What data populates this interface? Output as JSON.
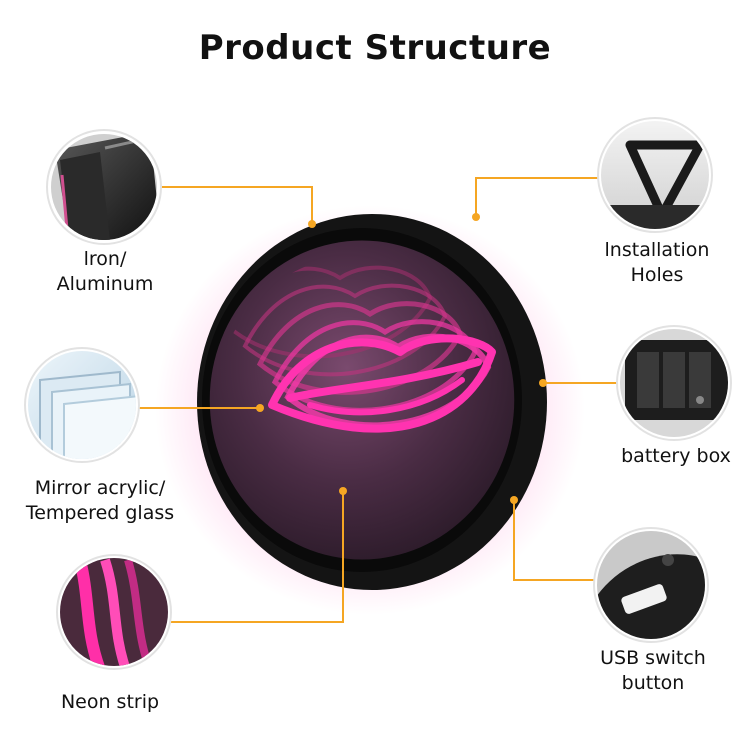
{
  "title": "Product Structure",
  "colors": {
    "accent": "#f5a623",
    "neon": "#ff2fa8",
    "frame": "#1a1a1a"
  },
  "callouts": [
    {
      "key": "iron",
      "label": "lron/\nAluminum",
      "icon": "metal-frame-closeup"
    },
    {
      "key": "mirror",
      "label": "Mirror acrylic/\nTempered glass",
      "icon": "glass-edge-closeup"
    },
    {
      "key": "neon",
      "label": "Neon strip",
      "icon": "neon-strip-closeup"
    },
    {
      "key": "install",
      "label": "lnstallation\nHoles",
      "icon": "triangle-hanger-closeup"
    },
    {
      "key": "battery",
      "label": "battery box",
      "icon": "battery-box-closeup"
    },
    {
      "key": "usb",
      "label": "USB switch\nbutton",
      "icon": "usb-switch-closeup"
    }
  ]
}
